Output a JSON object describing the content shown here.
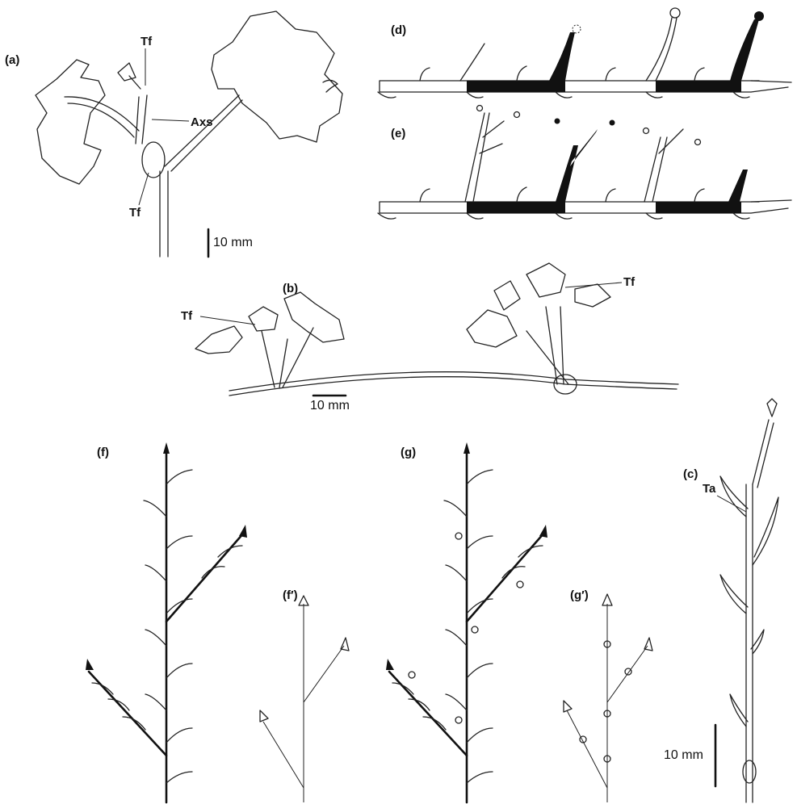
{
  "panels": {
    "a": "(a)",
    "b": "(b)",
    "c": "(c)",
    "d": "(d)",
    "e": "(e)",
    "f": "(f)",
    "f_prime": "(f′)",
    "g": "(g)",
    "g_prime": "(g′)"
  },
  "labels": {
    "tf": "Tf",
    "axs": "Axs",
    "ta": "Ta"
  },
  "scale_bar": "10 mm"
}
